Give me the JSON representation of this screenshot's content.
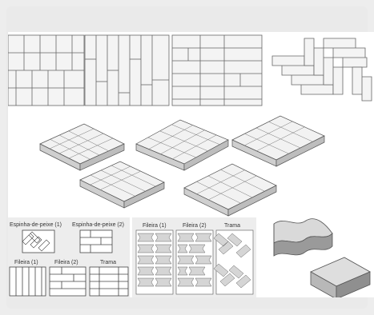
{
  "figure": {
    "alt": "",
    "labels": {
      "espinha1": "Espinha-de-peixe (1)",
      "espinha2": "Espinha-de-peixe (2)",
      "fileira1": "Fileira (1)",
      "fileira2": "Fileira (2)",
      "trama": "Trama",
      "fileira1_b": "Fileira (1)",
      "fileira2_b": "Fileira (2)",
      "trama_b": "Trama"
    }
  }
}
